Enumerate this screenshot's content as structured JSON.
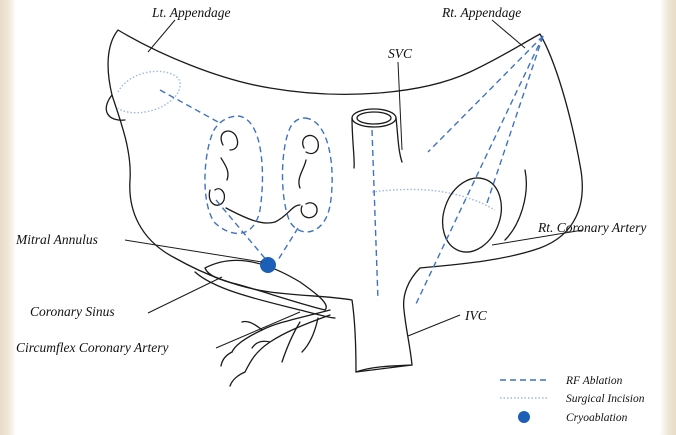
{
  "labels": {
    "lt_appendage": "Lt. Appendage",
    "rt_appendage": "Rt. Appendage",
    "svc": "SVC",
    "mitral_annulus": "Mitral Annulus",
    "rt_coronary_artery": "Rt. Coronary Artery",
    "coronary_sinus": "Coronary Sinus",
    "ivc": "IVC",
    "circumflex_coronary_artery": "Circumflex Coronary Artery"
  },
  "legend": {
    "rf_ablation": "RF Ablation",
    "surgical_incision": "Surgical Incision",
    "cryoablation": "Cryoablation"
  },
  "colors": {
    "rf_ablation": "#3f72c4",
    "surgical_incision": "#9db8e4",
    "cryoablation": "#1b5fb8",
    "outline": "#1a1a1a"
  }
}
